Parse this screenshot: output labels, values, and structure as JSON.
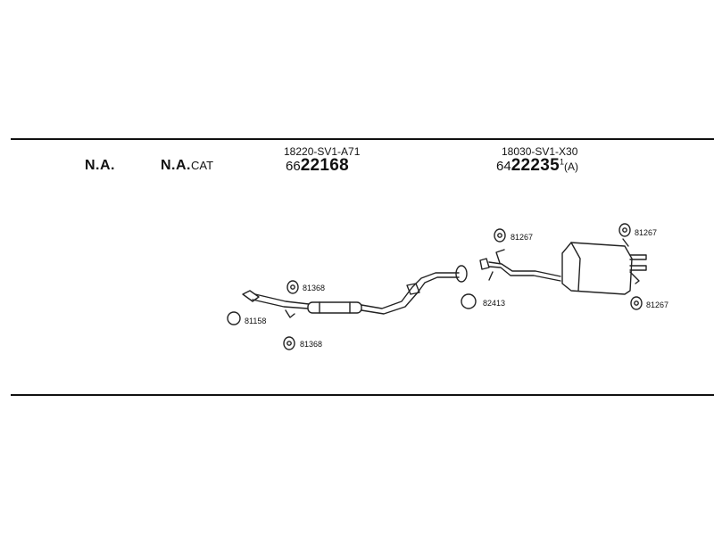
{
  "labels": {
    "na1": "N.A.",
    "na2": "N.A.",
    "na2_suffix": "CAT"
  },
  "parts": {
    "front": {
      "oe_number": "18220-SV1-A71",
      "prefix": "66",
      "number": "22168"
    },
    "rear": {
      "oe_number": "18030-SV1-X30",
      "prefix": "64",
      "number": "22235",
      "superscript": "1",
      "suffix": "(A)"
    }
  },
  "callouts": {
    "c1": "81368",
    "c2": "81158",
    "c3": "81368",
    "c4": "82413",
    "c5": "81267",
    "c6": "81267",
    "c7": "81267"
  }
}
